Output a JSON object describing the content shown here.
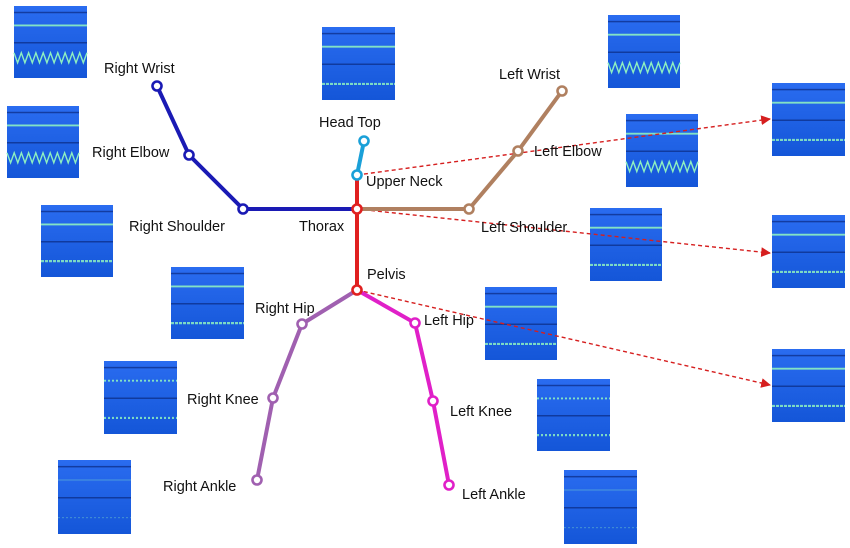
{
  "joints": {
    "head_top": "Head Top",
    "upper_neck": "Upper Neck",
    "thorax": "Thorax",
    "pelvis": "Pelvis",
    "right_wrist": "Right Wrist",
    "right_elbow": "Right Elbow",
    "right_shoulder": "Right Shoulder",
    "left_wrist": "Left Wrist",
    "left_elbow": "Left Elbow",
    "left_shoulder": "Left Shoulder",
    "right_hip": "Right Hip",
    "right_knee": "Right Knee",
    "right_ankle": "Right Ankle",
    "left_hip": "Left Hip",
    "left_knee": "Left Knee",
    "left_ankle": "Left Ankle"
  },
  "colors": {
    "right_arm": "#1a1ab4",
    "left_arm": "#b08060",
    "spine": "#e02020",
    "head": "#1aa0d8",
    "right_leg": "#a060b0",
    "left_leg": "#e020c8",
    "arrow": "#d61f1f",
    "thumb_bg": "#1860e8",
    "thumb_line": "#8ef0c0"
  },
  "thumbnail_icon": "spectrogram-thumbnail"
}
